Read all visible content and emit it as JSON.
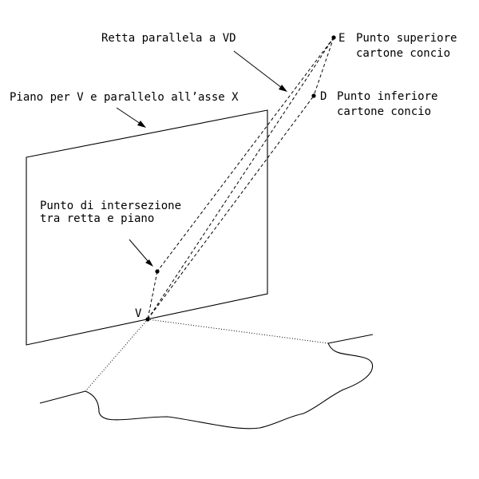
{
  "labels": {
    "retta_parallela": "Retta parallela a VD",
    "piano": "Piano per V e parallelo all’asse X",
    "punto_intersezione_1": "Punto di intersezione",
    "punto_intersezione_2": "tra retta e piano",
    "point_e": "E",
    "punto_superiore_1": "Punto superiore",
    "punto_superiore_2": "cartone concio",
    "point_d": "D",
    "punto_inferiore_1": "Punto inferiore",
    "punto_inferiore_2": "cartone concio",
    "point_v": "V"
  },
  "colors": {
    "ink": "#000000",
    "background": "#ffffff"
  }
}
